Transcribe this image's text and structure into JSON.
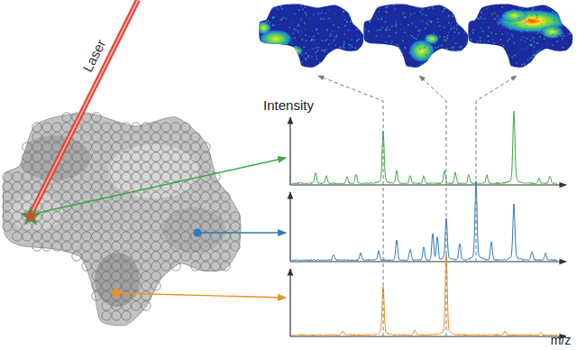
{
  "diagram": {
    "labels": [
      "Laser",
      "Intensity",
      "m/z"
    ]
  }
}
